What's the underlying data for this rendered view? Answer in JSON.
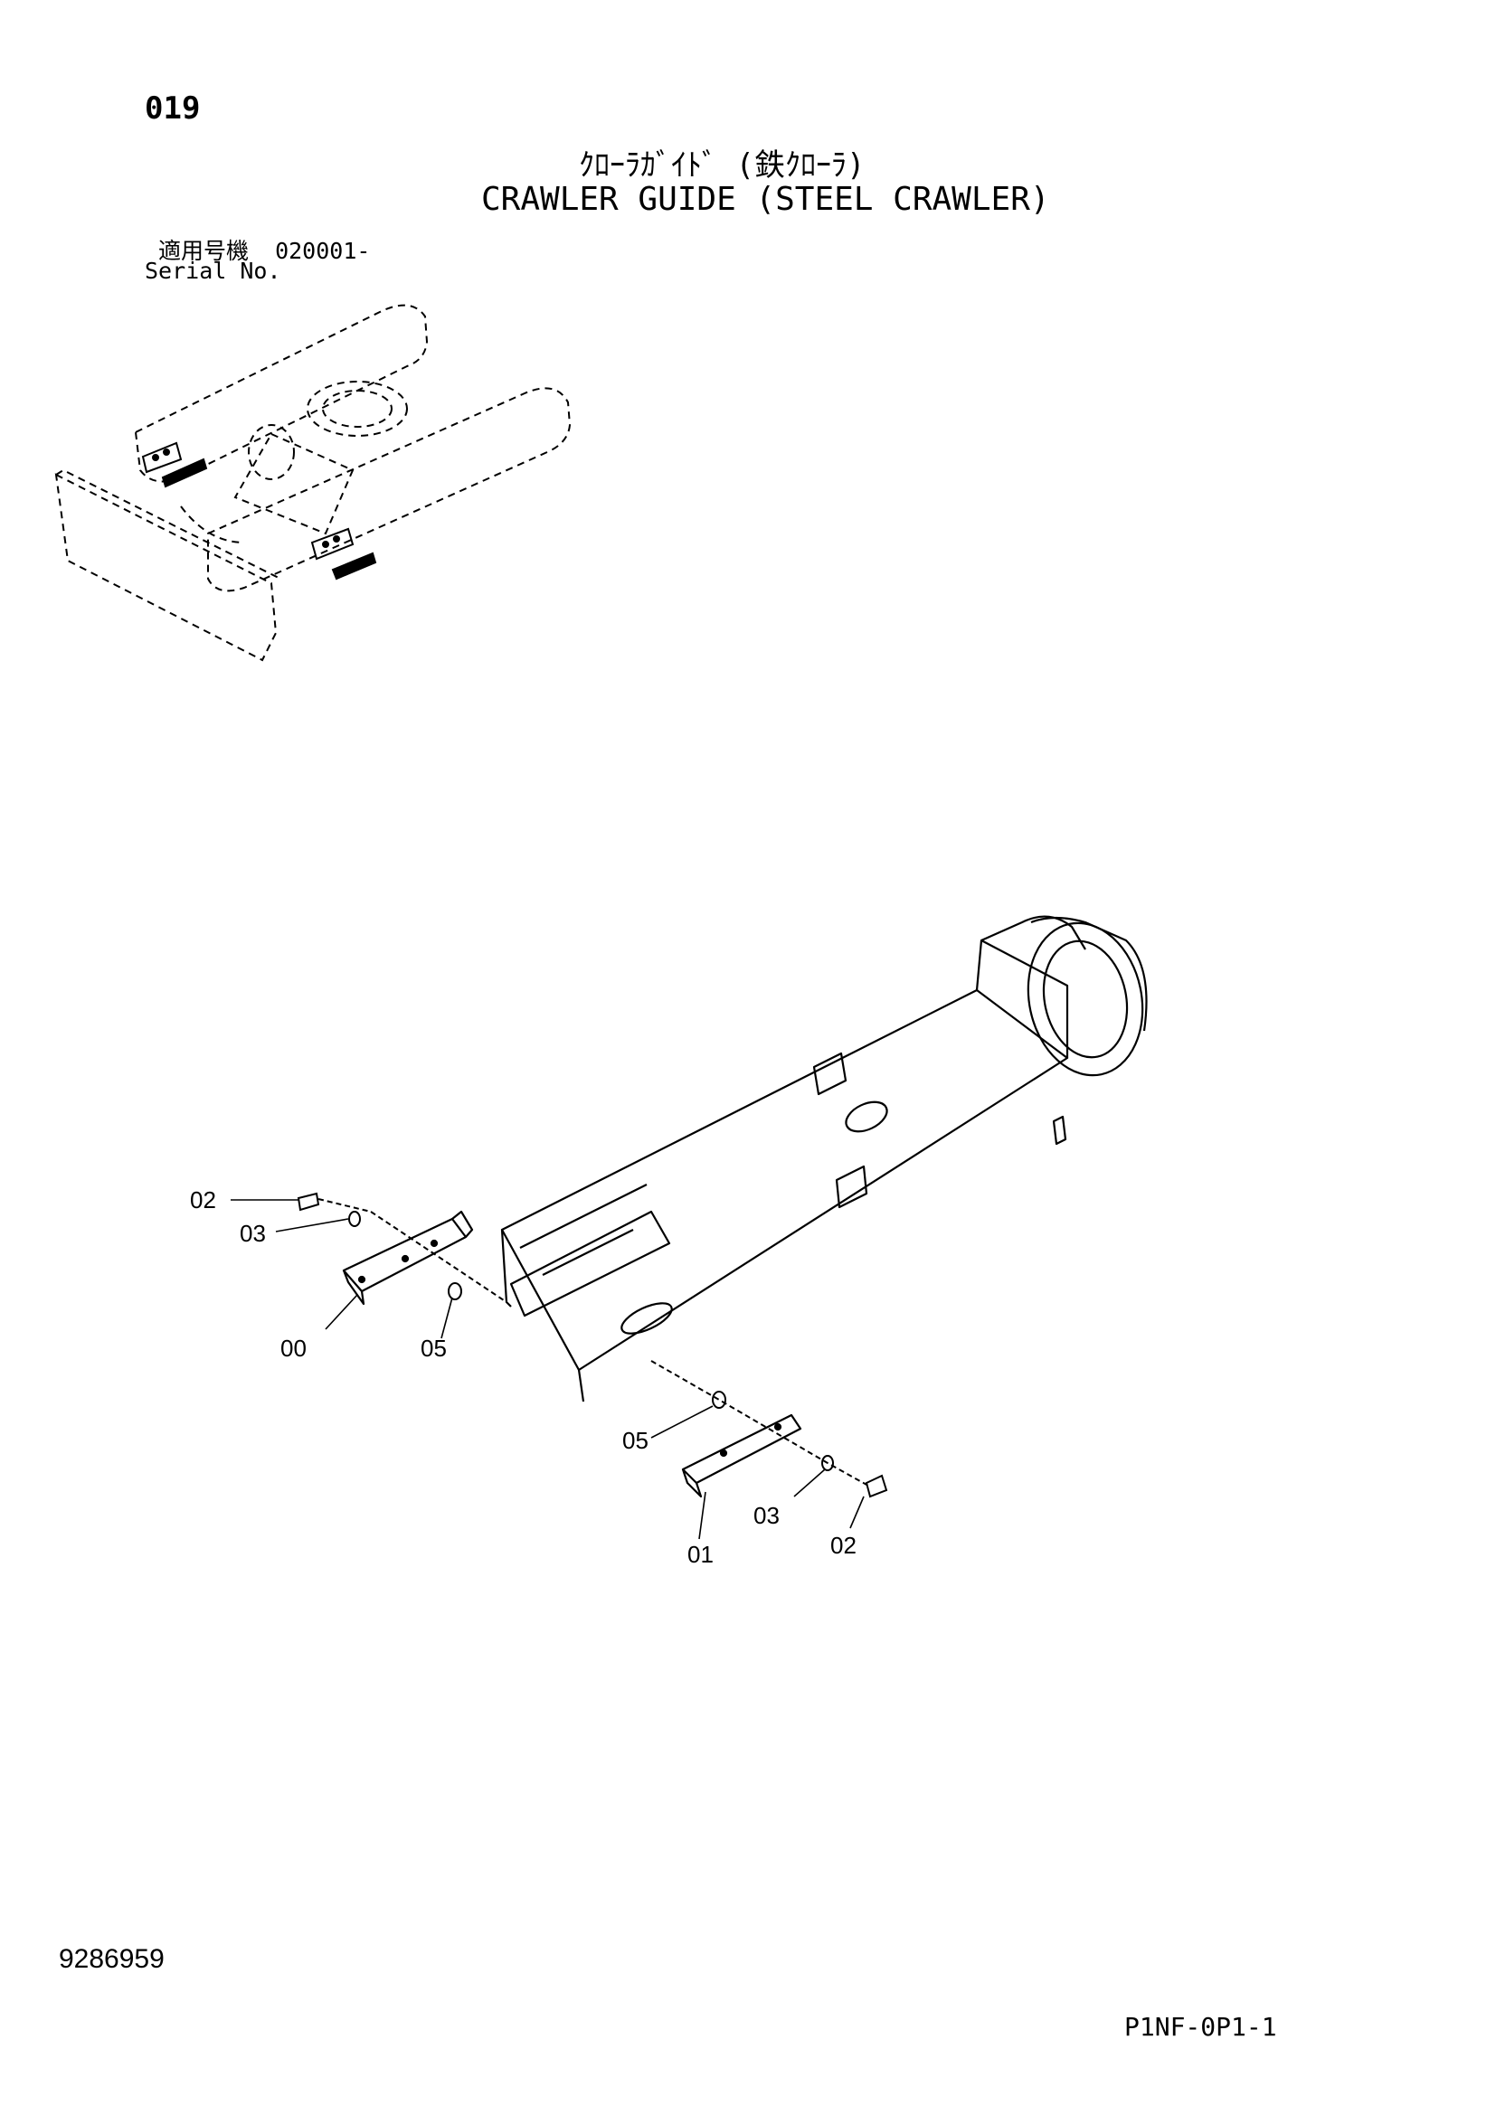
{
  "header": {
    "page_number": "019",
    "title_japanese": "ｸﾛｰﾗｶﾞｲﾄﾞ (鉄ｸﾛｰﾗ)",
    "title_english": "CRAWLER GUIDE (STEEL CRAWLER)"
  },
  "serial": {
    "label_japanese": "適用号機",
    "range": "020001-",
    "label_english": "Serial No."
  },
  "callouts": {
    "part_00": "00",
    "part_01": "01",
    "part_02_left": "02",
    "part_02_right": "02",
    "part_03_left": "03",
    "part_03_right": "03",
    "part_05_left": "05",
    "part_05_right": "05"
  },
  "footer": {
    "document_number": "9286959",
    "page_code": "P1NF-0P1-1"
  }
}
